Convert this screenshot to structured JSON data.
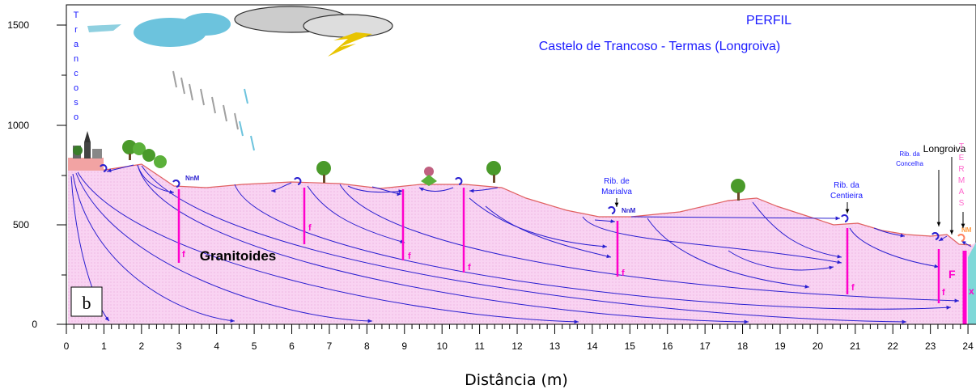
{
  "title": {
    "line1": "PERFIL",
    "line2": "Castelo de Trancoso - Termas (Longroiva)"
  },
  "panel_letter": "b",
  "rock_label": "Granitoides",
  "x_axis_label": "Distância (m)",
  "left_vertical_word": [
    "T",
    "r",
    "a",
    "n",
    "c",
    "o",
    "s",
    "o"
  ],
  "right_vertical_word": [
    "T",
    "E",
    "R",
    "M",
    "A",
    "S"
  ],
  "y_ticks": [
    "1500",
    "1000",
    "500",
    "0"
  ],
  "x_ticks": [
    "0",
    "1",
    "2",
    "3",
    "4",
    "5",
    "6",
    "7",
    "8",
    "9",
    "10",
    "11",
    "12",
    "13",
    "14",
    "15",
    "16",
    "17",
    "18",
    "19",
    "20",
    "21",
    "22",
    "23",
    "24"
  ],
  "streams": {
    "marialva": [
      "Rib. de",
      "Marialva"
    ],
    "centieira": [
      "Rib.  da",
      "Centieira"
    ],
    "concelha": [
      "Rib.  da",
      "Concelha"
    ],
    "longroiva": "Longroiva"
  },
  "nnm_label": "NnM",
  "nm_label": "NM",
  "fault_small": "f",
  "fault_big": "F",
  "thermal_x": "x",
  "colors": {
    "granite_fill": "#f7c6ef",
    "surface": "#e06060",
    "flow": "#2a1fd0",
    "fault": "#ff00cc",
    "title": "#1a1aff",
    "stream_label": "#1a1aff",
    "termas": "#ff66cc",
    "water_right": "#7fd8d8"
  }
}
